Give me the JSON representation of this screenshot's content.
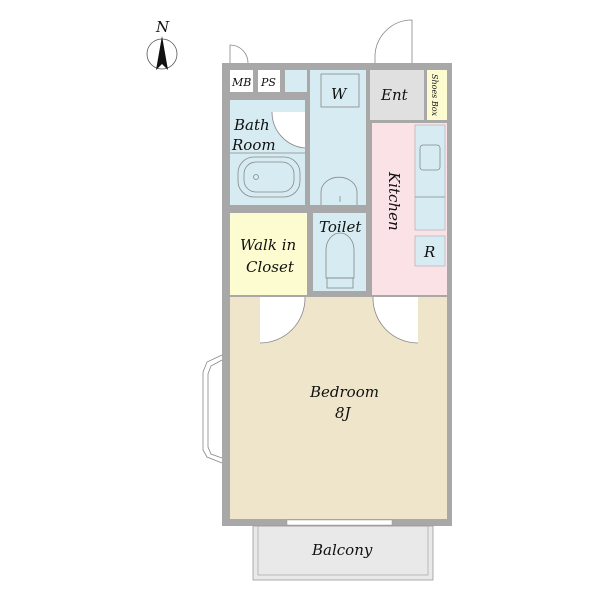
{
  "compass": {
    "label": "N"
  },
  "rooms": {
    "mb": "MB",
    "ps": "PS",
    "washroom": "W",
    "entrance": "Ent",
    "shoes_box": "Shoes Box",
    "bath_line1": "Bath",
    "bath_line2": "Room",
    "kitchen": "Kitchen",
    "toilet": "Toilet",
    "closet_line1": "Walk in",
    "closet_line2": "Closet",
    "refrigerator": "R",
    "bedroom": "Bedroom",
    "bedroom_size": "8J",
    "balcony": "Balcony"
  },
  "colors": {
    "wall": "#a8a8a8",
    "water_area": "#d6ecf2",
    "entrance": "#e0e0e0",
    "storage": "#fdfbd0",
    "kitchen": "#fbe2e6",
    "bedroom": "#efe5cb",
    "balcony": "#e9e9e9"
  }
}
